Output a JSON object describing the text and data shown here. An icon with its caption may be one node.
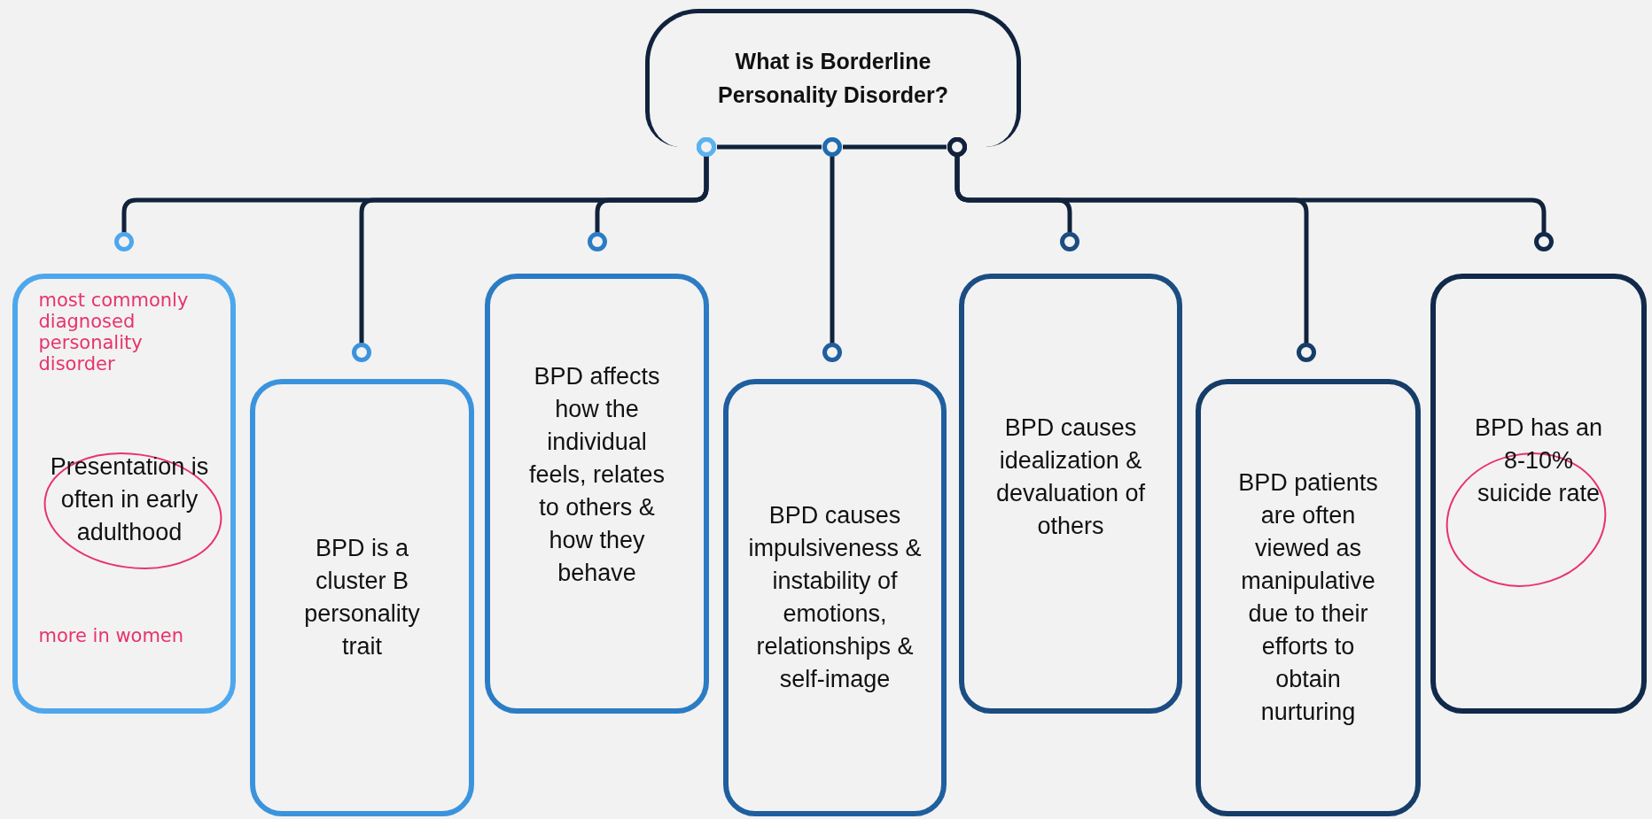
{
  "diagram": {
    "nodes": [
      {
        "text": [
          "What is Borderline Personality Disorder?"
        ]
      },
      {
        "text": [
          "most commonly diagnosed personality disorder",
          "Presentation is often in early adulthood",
          "more in women"
        ]
      },
      {
        "text": [
          "BPD is a cluster B personality trait"
        ]
      },
      {
        "text": [
          "BPD affects how the individual feels, relates to others & how they behave"
        ]
      },
      {
        "text": [
          "BPD causes impulsiveness & instability of emotions, relationships & self-image"
        ]
      },
      {
        "text": [
          "BPD causes idealization & devaluation of others"
        ]
      },
      {
        "text": [
          "BPD patients are often viewed as manipulative due to their efforts to obtain nurturing"
        ]
      },
      {
        "text": [
          "BPD has an 8-10% suicide rate"
        ]
      }
    ],
    "edges": [
      {
        "from": 0,
        "to": 1,
        "arrow": "other"
      },
      {
        "from": 0,
        "to": 2,
        "arrow": "other"
      },
      {
        "from": 0,
        "to": 3,
        "arrow": "other"
      },
      {
        "from": 0,
        "to": 4,
        "arrow": "other"
      },
      {
        "from": 0,
        "to": 5,
        "arrow": "other"
      },
      {
        "from": 0,
        "to": 6,
        "arrow": "other"
      },
      {
        "from": 0,
        "to": 7,
        "arrow": "other"
      }
    ]
  }
}
